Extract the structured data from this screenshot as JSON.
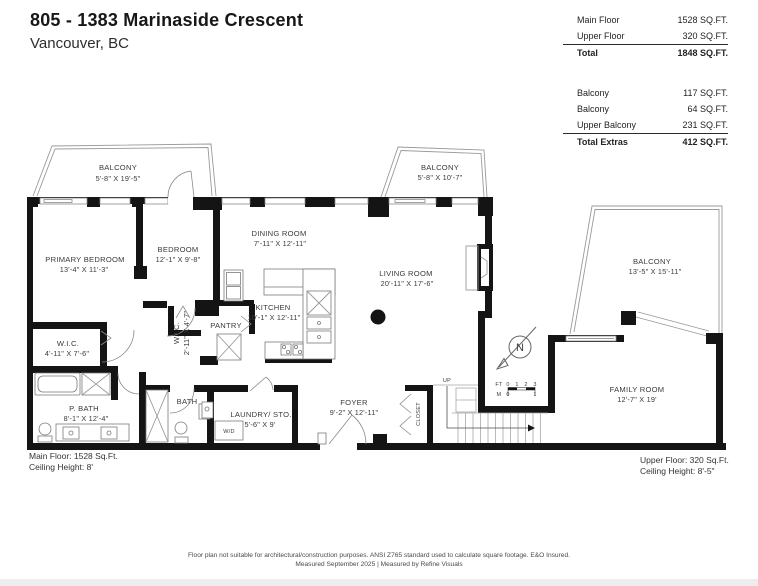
{
  "header": {
    "title": "805 - 1383 Marinaside Crescent",
    "subtitle": "Vancouver, BC"
  },
  "area_table": {
    "main_rows": [
      {
        "label": "Main Floor",
        "value": "1528 SQ.FT."
      },
      {
        "label": "Upper Floor",
        "value": "320 SQ.FT."
      }
    ],
    "total": {
      "label": "Total",
      "value": "1848 SQ.FT."
    },
    "extra_rows": [
      {
        "label": "Balcony",
        "value": "117 SQ.FT."
      },
      {
        "label": "Balcony",
        "value": "64 SQ.FT."
      },
      {
        "label": "Upper Balcony",
        "value": "231 SQ.FT."
      }
    ],
    "total_extras": {
      "label": "Total Extras",
      "value": "412 SQ.FT."
    }
  },
  "rooms": {
    "balcony_top_left": {
      "name": "BALCONY",
      "dims": "5'-8\" X 19'-5\""
    },
    "balcony_top_center": {
      "name": "BALCONY",
      "dims": "5'-8\" X 10'-7\""
    },
    "balcony_right": {
      "name": "BALCONY",
      "dims": "13'-5\" X 15'-11\""
    },
    "primary_bedroom": {
      "name": "PRIMARY BEDROOM",
      "dims": "13'-4\" X 11'-3\""
    },
    "bedroom": {
      "name": "BEDROOM",
      "dims": "12'-1\" X 9'-8\""
    },
    "dining_room": {
      "name": "DINING ROOM",
      "dims": "7'-11\" X 12'-11\""
    },
    "living_room": {
      "name": "LIVING ROOM",
      "dims": "20'-11\" X 17'-6\""
    },
    "kitchen": {
      "name": "KITCHEN",
      "dims": "10'-1\" X 12'-11\""
    },
    "pantry": {
      "name": "PANTRY"
    },
    "wic_primary": {
      "name": "W.I.C.",
      "dims": "4'-11\" X 7'-6\""
    },
    "wic_bedroom": {
      "name": "W.I.C.",
      "dims": "2'-11\" X 4'-7\""
    },
    "primary_bath": {
      "name": "P. BATH",
      "dims": "8'-1\" X 12'-4\""
    },
    "bath": {
      "name": "BATH"
    },
    "laundry": {
      "name": "LAUNDRY/ STO.",
      "dims": "5'-6\" X 9'"
    },
    "foyer": {
      "name": "FOYER",
      "dims": "9'-2\" X 12'-11\""
    },
    "family_room": {
      "name": "FAMILY ROOM",
      "dims": "12'-7\" X 19'"
    },
    "closet": {
      "name": "CLOSET"
    }
  },
  "annotations": {
    "up": "UP",
    "wd": "W/D",
    "north": "N",
    "scale": {
      "ft_label": "FT",
      "m_label": "M",
      "ft_ticks": [
        "0",
        "1",
        "2",
        "3"
      ],
      "m_ticks": [
        "0",
        "1"
      ]
    }
  },
  "footer_left": {
    "line1": "Main Floor: 1528 Sq.Ft.",
    "line2": "Ceiling Height: 8'"
  },
  "footer_right": {
    "line1": "Upper Floor: 320 Sq.Ft.",
    "line2": "Ceiling Height: 8'-5\""
  },
  "disclaimer": {
    "line1": "Floor plan not suitable for architectural/construction purposes. ANSI Z765 standard used to calculate square footage. E&O Insured.",
    "line2": "Measured September 2025 | Measured by Refine Visuals"
  },
  "colors": {
    "wall": "#141414",
    "line": "#8a8a8a",
    "text": "#3a3a3a"
  }
}
